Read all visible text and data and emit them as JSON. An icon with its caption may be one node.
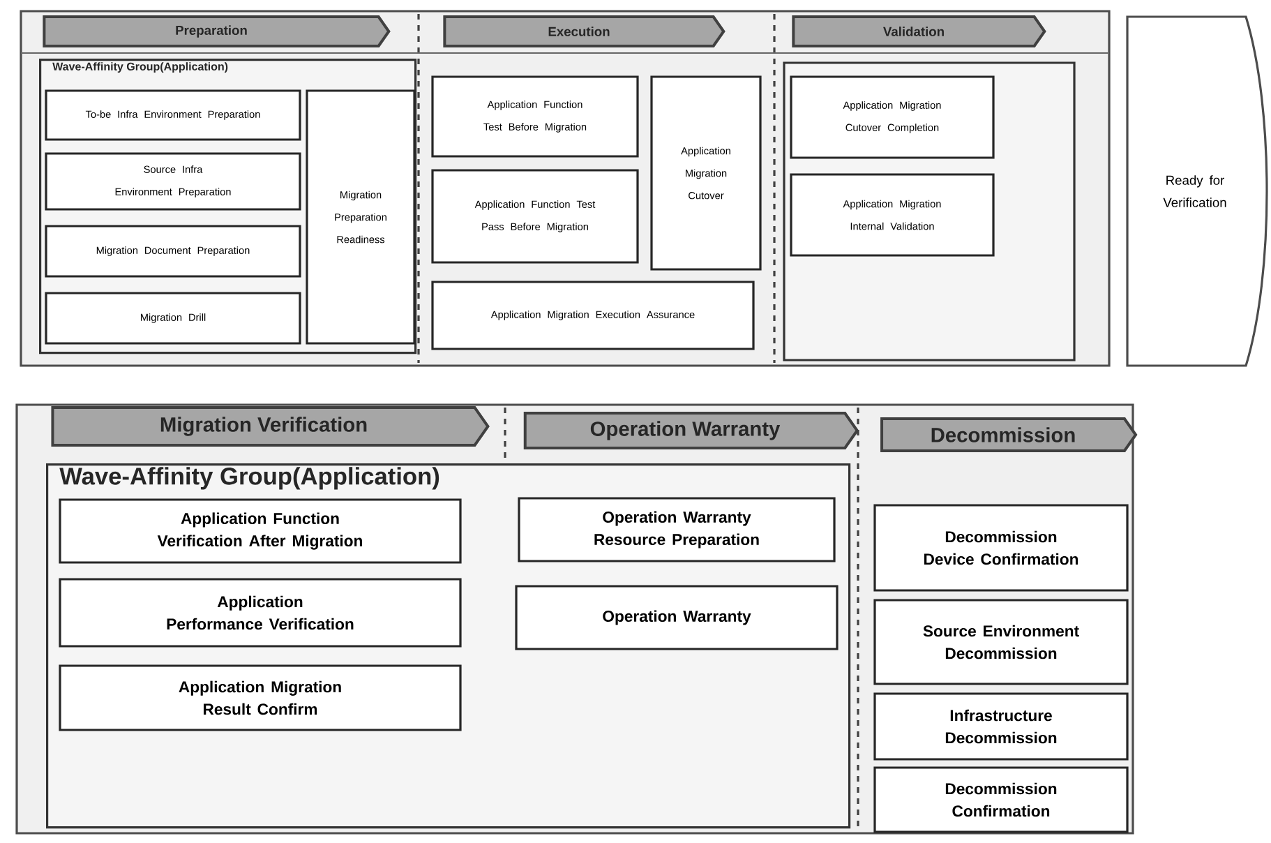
{
  "diagram": {
    "nodes": [
      {
        "text": [
          "Preparation"
        ]
      },
      {
        "text": [
          "Wave-Affinity Group(Application)"
        ]
      },
      {
        "text": [
          "To-be Infra Environment Preparation"
        ],
        "in": 1
      },
      {
        "text": [
          "Source Infra Environment Preparation"
        ],
        "in": 1
      },
      {
        "text": [
          "Migration Document Preparation"
        ],
        "in": 1
      },
      {
        "text": [
          "Migration Drill"
        ],
        "in": 1
      },
      {
        "text": [
          "Migration Preparation Readiness"
        ],
        "in": 1
      },
      {
        "text": [
          "Execution"
        ]
      },
      {
        "text": [
          "Application Function Test Before Migration"
        ]
      },
      {
        "text": [
          "Application Function Test Pass Before Migration"
        ]
      },
      {
        "text": [
          "Application Migration Cutover"
        ]
      },
      {
        "text": [
          "Application Migration Execution Assurance"
        ]
      },
      {
        "text": [
          "Validation"
        ]
      },
      {
        "text": [],
        "shape": "box"
      },
      {
        "text": [
          "Application Migration Cutover Completion"
        ],
        "in": 13
      },
      {
        "text": [
          "Application Migration Internal Validation"
        ],
        "in": 13
      },
      {
        "text": [
          "Ready for Verification"
        ]
      },
      {
        "text": [
          "Migration Verification"
        ]
      },
      {
        "text": [
          "Wave-Affinity Group(Application)"
        ]
      },
      {
        "text": [
          "Application Function Verification After Migration"
        ],
        "in": 18
      },
      {
        "text": [
          "Application Performance Verification"
        ],
        "in": 18
      },
      {
        "text": [
          "Application Migration Result Confirm"
        ],
        "in": 18
      },
      {
        "text": [
          "Operation Warranty"
        ]
      },
      {
        "text": [
          "Operation Warranty Resource Preparation"
        ],
        "in": 18
      },
      {
        "text": [
          "Operation Warranty"
        ],
        "in": 18
      },
      {
        "text": [
          "Decommission"
        ]
      },
      {
        "text": [
          "Decommission Device Confirmation"
        ]
      },
      {
        "text": [
          "Source Environment Decommission"
        ]
      },
      {
        "text": [
          "Infrastructure Decommission"
        ]
      },
      {
        "text": [
          "Decommission Confirmation"
        ]
      }
    ],
    "edges": []
  }
}
